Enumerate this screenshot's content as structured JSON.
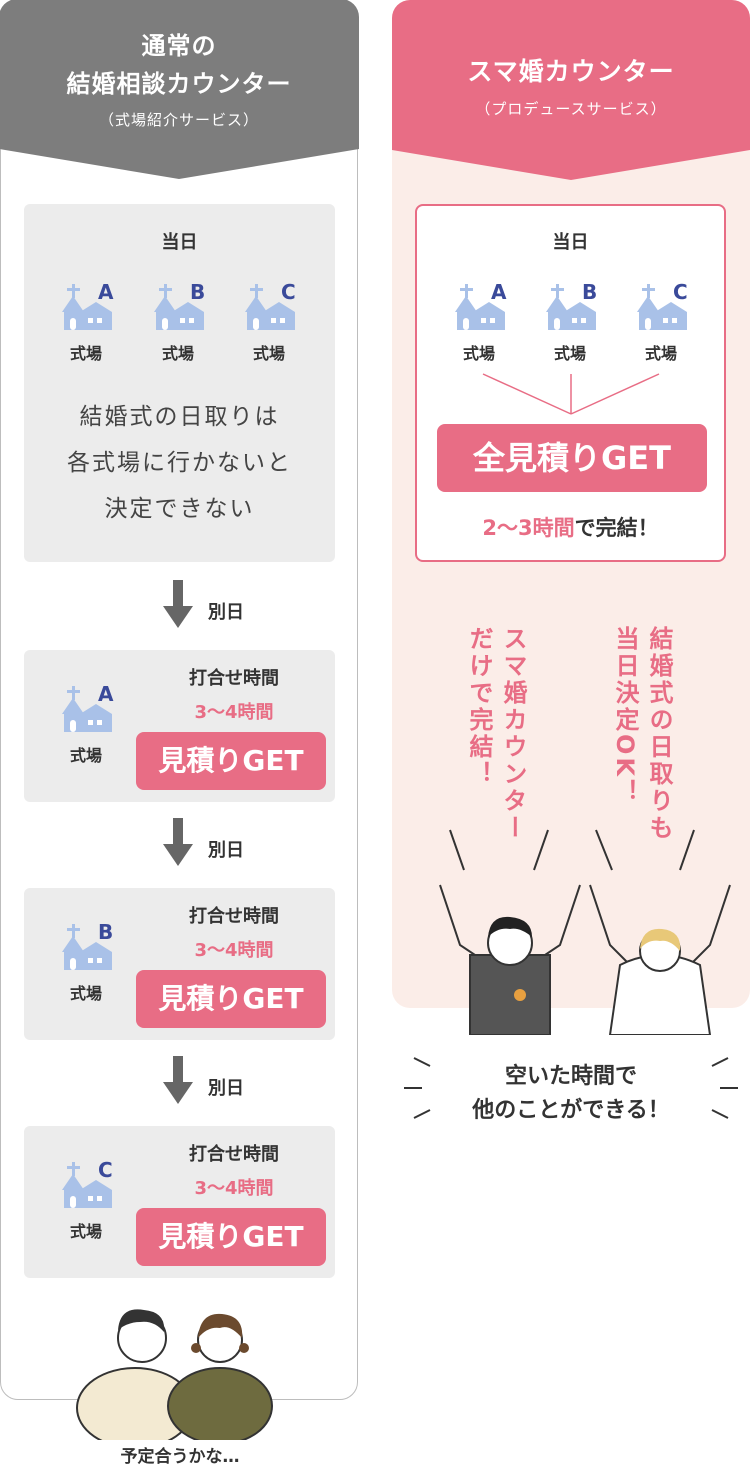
{
  "left": {
    "header_title": "通常の\n結婚相談カウンター",
    "header_line1": "通常の",
    "header_line2": "結婚相談カウンター",
    "header_subtitle": "（式場紹介サービス）",
    "same_day_label": "当日",
    "venues": [
      {
        "letter": "A",
        "label": "式場"
      },
      {
        "letter": "B",
        "label": "式場"
      },
      {
        "letter": "C",
        "label": "式場"
      }
    ],
    "description": [
      "結婚式の日取りは",
      "各式場に行かないと",
      "決定できない"
    ],
    "steps": [
      {
        "arrow_label": "別日",
        "venue_letter": "A",
        "venue_label": "式場",
        "meeting_title": "打合せ時間",
        "meeting_time": "3〜4時間",
        "button": "見積りGET"
      },
      {
        "arrow_label": "別日",
        "venue_letter": "B",
        "venue_label": "式場",
        "meeting_title": "打合せ時間",
        "meeting_time": "3〜4時間",
        "button": "見積りGET"
      },
      {
        "arrow_label": "別日",
        "venue_letter": "C",
        "venue_label": "式場",
        "meeting_title": "打合せ時間",
        "meeting_time": "3〜4時間",
        "button": "見積りGET"
      }
    ],
    "bottom_caption": "予定合うかな…"
  },
  "right": {
    "header_title": "スマ婚カウンター",
    "header_subtitle": "（プロデュースサービス）",
    "same_day_label": "当日",
    "venues": [
      {
        "letter": "A",
        "label": "式場"
      },
      {
        "letter": "B",
        "label": "式場"
      },
      {
        "letter": "C",
        "label": "式場"
      }
    ],
    "button": "全見積りGET",
    "complete_highlight": "2〜3時間",
    "complete_rest": "で完結！",
    "callout_left": [
      "スマ婚カウンター",
      "だけで完結！"
    ],
    "callout_right": [
      "結婚式の日取りも",
      "当日決定OK！"
    ],
    "caption": [
      "空いた時間で",
      "他のことができる！"
    ]
  },
  "colors": {
    "pink": "#e86d85",
    "grey_header": "#7d7d7d",
    "grey_box": "#ececec",
    "right_bg": "#fbede8",
    "chapel": "#a9c1e8",
    "letter": "#3a4a9a"
  },
  "icons": [
    "chapel-icon",
    "down-arrow-icon"
  ]
}
